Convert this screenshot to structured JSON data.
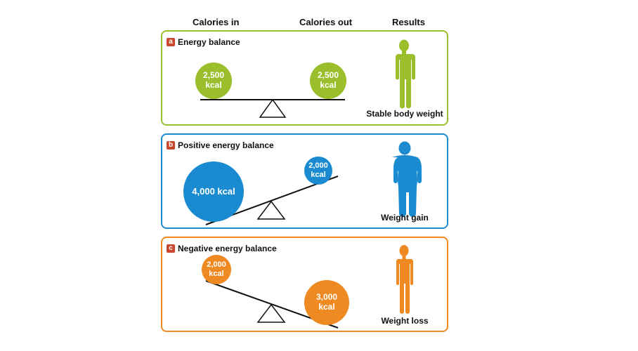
{
  "headers": {
    "calories_in": "Calories in",
    "calories_out": "Calories out",
    "results": "Results"
  },
  "colors": {
    "panel_a": "#9bbf2c",
    "panel_b": "#1a8bd0",
    "panel_c": "#ef8a22",
    "badge": "#c8472d"
  },
  "panels": [
    {
      "letter": "a",
      "title": "Energy balance",
      "in_value": "2,500\nkcal",
      "out_value": "2,500\nkcal",
      "result": "Stable body weight",
      "figure_icon": "person-icon"
    },
    {
      "letter": "b",
      "title": "Positive energy balance",
      "in_value": "4,000 kcal",
      "out_value": "2,000\nkcal",
      "result": "Weight gain",
      "figure_icon": "heavy-person-icon"
    },
    {
      "letter": "c",
      "title": "Negative energy balance",
      "in_value": "2,000\nkcal",
      "out_value": "3,000\nkcal",
      "result": "Weight loss",
      "figure_icon": "thin-person-icon"
    }
  ]
}
